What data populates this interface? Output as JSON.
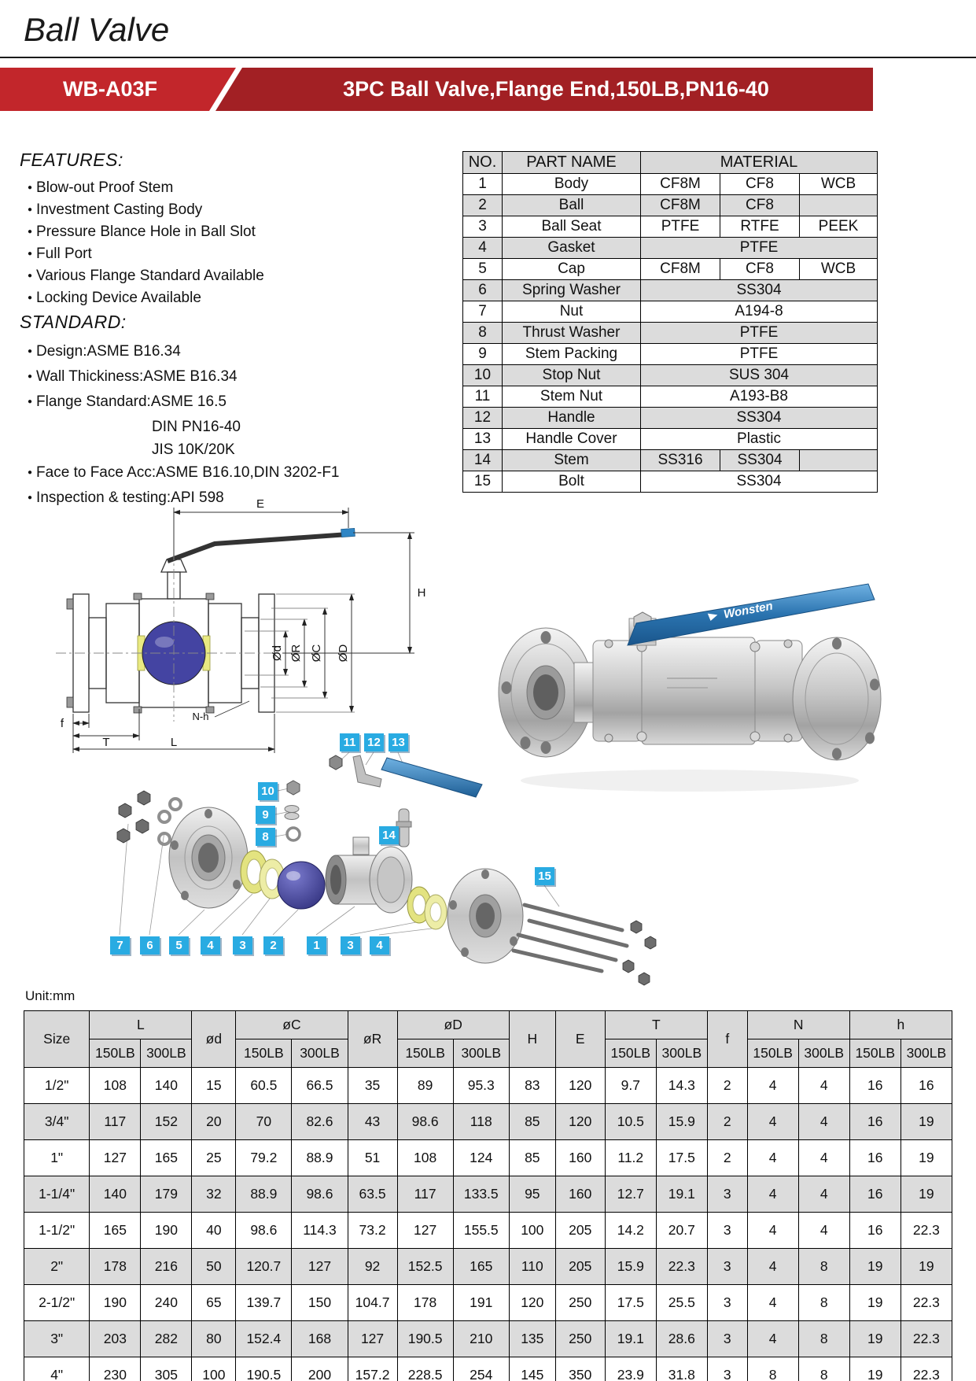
{
  "page": {
    "title": "Ball Valve",
    "model": "WB-A03F",
    "subtitle": "3PC Ball Valve,Flange End,150LB,PN16-40",
    "unit_label": "Unit:mm"
  },
  "features": {
    "heading": "FEATURES:",
    "items": [
      "Blow-out Proof Stem",
      "Investment Casting Body",
      "Pressure Blance Hole in Ball Slot",
      "Full Port",
      "Various Flange Standard Available",
      "Locking Device Available"
    ]
  },
  "standard": {
    "heading": "STANDARD:",
    "items": [
      {
        "text": "Design:ASME B16.34",
        "bullet": true
      },
      {
        "text": "Wall Thickiness:ASME B16.34",
        "bullet": true
      },
      {
        "text": "Flange Standard:ASME 16.5",
        "bullet": true
      },
      {
        "text": "DIN PN16-40",
        "bullet": false
      },
      {
        "text": "JIS 10K/20K",
        "bullet": false
      },
      {
        "text": "Face to Face Acc:ASME B16.10,DIN 3202-F1",
        "bullet": true
      },
      {
        "text": "Inspection & testing:API 598",
        "bullet": true
      }
    ]
  },
  "parts_table": {
    "headers": {
      "no": "NO.",
      "name": "PART NAME",
      "material": "MATERIAL"
    },
    "rows": [
      {
        "no": "1",
        "name": "Body",
        "materials": [
          "CF8M",
          "CF8",
          "WCB"
        ]
      },
      {
        "no": "2",
        "name": "Ball",
        "materials": [
          "CF8M",
          "CF8",
          ""
        ]
      },
      {
        "no": "3",
        "name": "Ball Seat",
        "materials": [
          "PTFE",
          "RTFE",
          "PEEK"
        ]
      },
      {
        "no": "4",
        "name": "Gasket",
        "materials": [
          "PTFE"
        ]
      },
      {
        "no": "5",
        "name": "Cap",
        "materials": [
          "CF8M",
          "CF8",
          "WCB"
        ]
      },
      {
        "no": "6",
        "name": "Spring Washer",
        "materials": [
          "SS304"
        ]
      },
      {
        "no": "7",
        "name": "Nut",
        "materials": [
          "A194-8"
        ]
      },
      {
        "no": "8",
        "name": "Thrust Washer",
        "materials": [
          "PTFE"
        ]
      },
      {
        "no": "9",
        "name": "Stem Packing",
        "materials": [
          "PTFE"
        ]
      },
      {
        "no": "10",
        "name": "Stop Nut",
        "materials": [
          "SUS 304"
        ]
      },
      {
        "no": "11",
        "name": "Stem Nut",
        "materials": [
          "A193-B8"
        ]
      },
      {
        "no": "12",
        "name": "Handle",
        "materials": [
          "SS304"
        ]
      },
      {
        "no": "13",
        "name": "Handle Cover",
        "materials": [
          "Plastic"
        ]
      },
      {
        "no": "14",
        "name": "Stem",
        "materials": [
          "SS316",
          "SS304",
          ""
        ]
      },
      {
        "no": "15",
        "name": "Bolt",
        "materials": [
          "SS304"
        ]
      }
    ]
  },
  "drawing": {
    "labels": {
      "E": "E",
      "H": "H",
      "d": "Ød",
      "R": "ØR",
      "C": "ØC",
      "D": "ØD",
      "f": "f",
      "T": "T",
      "L": "L",
      "Nh": "N-h"
    }
  },
  "photo": {
    "handle_brand": "Wonsten"
  },
  "exploded": {
    "labels": [
      "11",
      "12",
      "13",
      "10",
      "9",
      "8",
      "14",
      "15",
      "7",
      "6",
      "5",
      "4",
      "3",
      "2",
      "1",
      "3",
      "4"
    ]
  },
  "dimension_table": {
    "col_groups": [
      {
        "label": "Size",
        "span": 1
      },
      {
        "label": "L",
        "span": 2
      },
      {
        "label": "ød",
        "span": 1
      },
      {
        "label": "øC",
        "span": 2
      },
      {
        "label": "øR",
        "span": 1
      },
      {
        "label": "øD",
        "span": 2
      },
      {
        "label": "H",
        "span": 1
      },
      {
        "label": "E",
        "span": 1
      },
      {
        "label": "T",
        "span": 2
      },
      {
        "label": "f",
        "span": 1
      },
      {
        "label": "N",
        "span": 2
      },
      {
        "label": "h",
        "span": 2
      }
    ],
    "sub_label_150": "150LB",
    "sub_label_300": "300LB",
    "rows": [
      [
        "1/2\"",
        "108",
        "140",
        "15",
        "60.5",
        "66.5",
        "35",
        "89",
        "95.3",
        "83",
        "120",
        "9.7",
        "14.3",
        "2",
        "4",
        "4",
        "16",
        "16"
      ],
      [
        "3/4\"",
        "117",
        "152",
        "20",
        "70",
        "82.6",
        "43",
        "98.6",
        "118",
        "85",
        "120",
        "10.5",
        "15.9",
        "2",
        "4",
        "4",
        "16",
        "19"
      ],
      [
        "1\"",
        "127",
        "165",
        "25",
        "79.2",
        "88.9",
        "51",
        "108",
        "124",
        "85",
        "160",
        "11.2",
        "17.5",
        "2",
        "4",
        "4",
        "16",
        "19"
      ],
      [
        "1-1/4\"",
        "140",
        "179",
        "32",
        "88.9",
        "98.6",
        "63.5",
        "117",
        "133.5",
        "95",
        "160",
        "12.7",
        "19.1",
        "3",
        "4",
        "4",
        "16",
        "19"
      ],
      [
        "1-1/2\"",
        "165",
        "190",
        "40",
        "98.6",
        "114.3",
        "73.2",
        "127",
        "155.5",
        "100",
        "205",
        "14.2",
        "20.7",
        "3",
        "4",
        "4",
        "16",
        "22.3"
      ],
      [
        "2\"",
        "178",
        "216",
        "50",
        "120.7",
        "127",
        "92",
        "152.5",
        "165",
        "110",
        "205",
        "15.9",
        "22.3",
        "3",
        "4",
        "8",
        "19",
        "19"
      ],
      [
        "2-1/2\"",
        "190",
        "240",
        "65",
        "139.7",
        "150",
        "104.7",
        "178",
        "191",
        "120",
        "250",
        "17.5",
        "25.5",
        "3",
        "4",
        "8",
        "19",
        "22.3"
      ],
      [
        "3\"",
        "203",
        "282",
        "80",
        "152.4",
        "168",
        "127",
        "190.5",
        "210",
        "135",
        "250",
        "19.1",
        "28.6",
        "3",
        "4",
        "8",
        "19",
        "22.3"
      ],
      [
        "4\"",
        "230",
        "305",
        "100",
        "190.5",
        "200",
        "157.2",
        "228.5",
        "254",
        "145",
        "350",
        "23.9",
        "31.8",
        "3",
        "8",
        "8",
        "19",
        "22.3"
      ]
    ]
  }
}
